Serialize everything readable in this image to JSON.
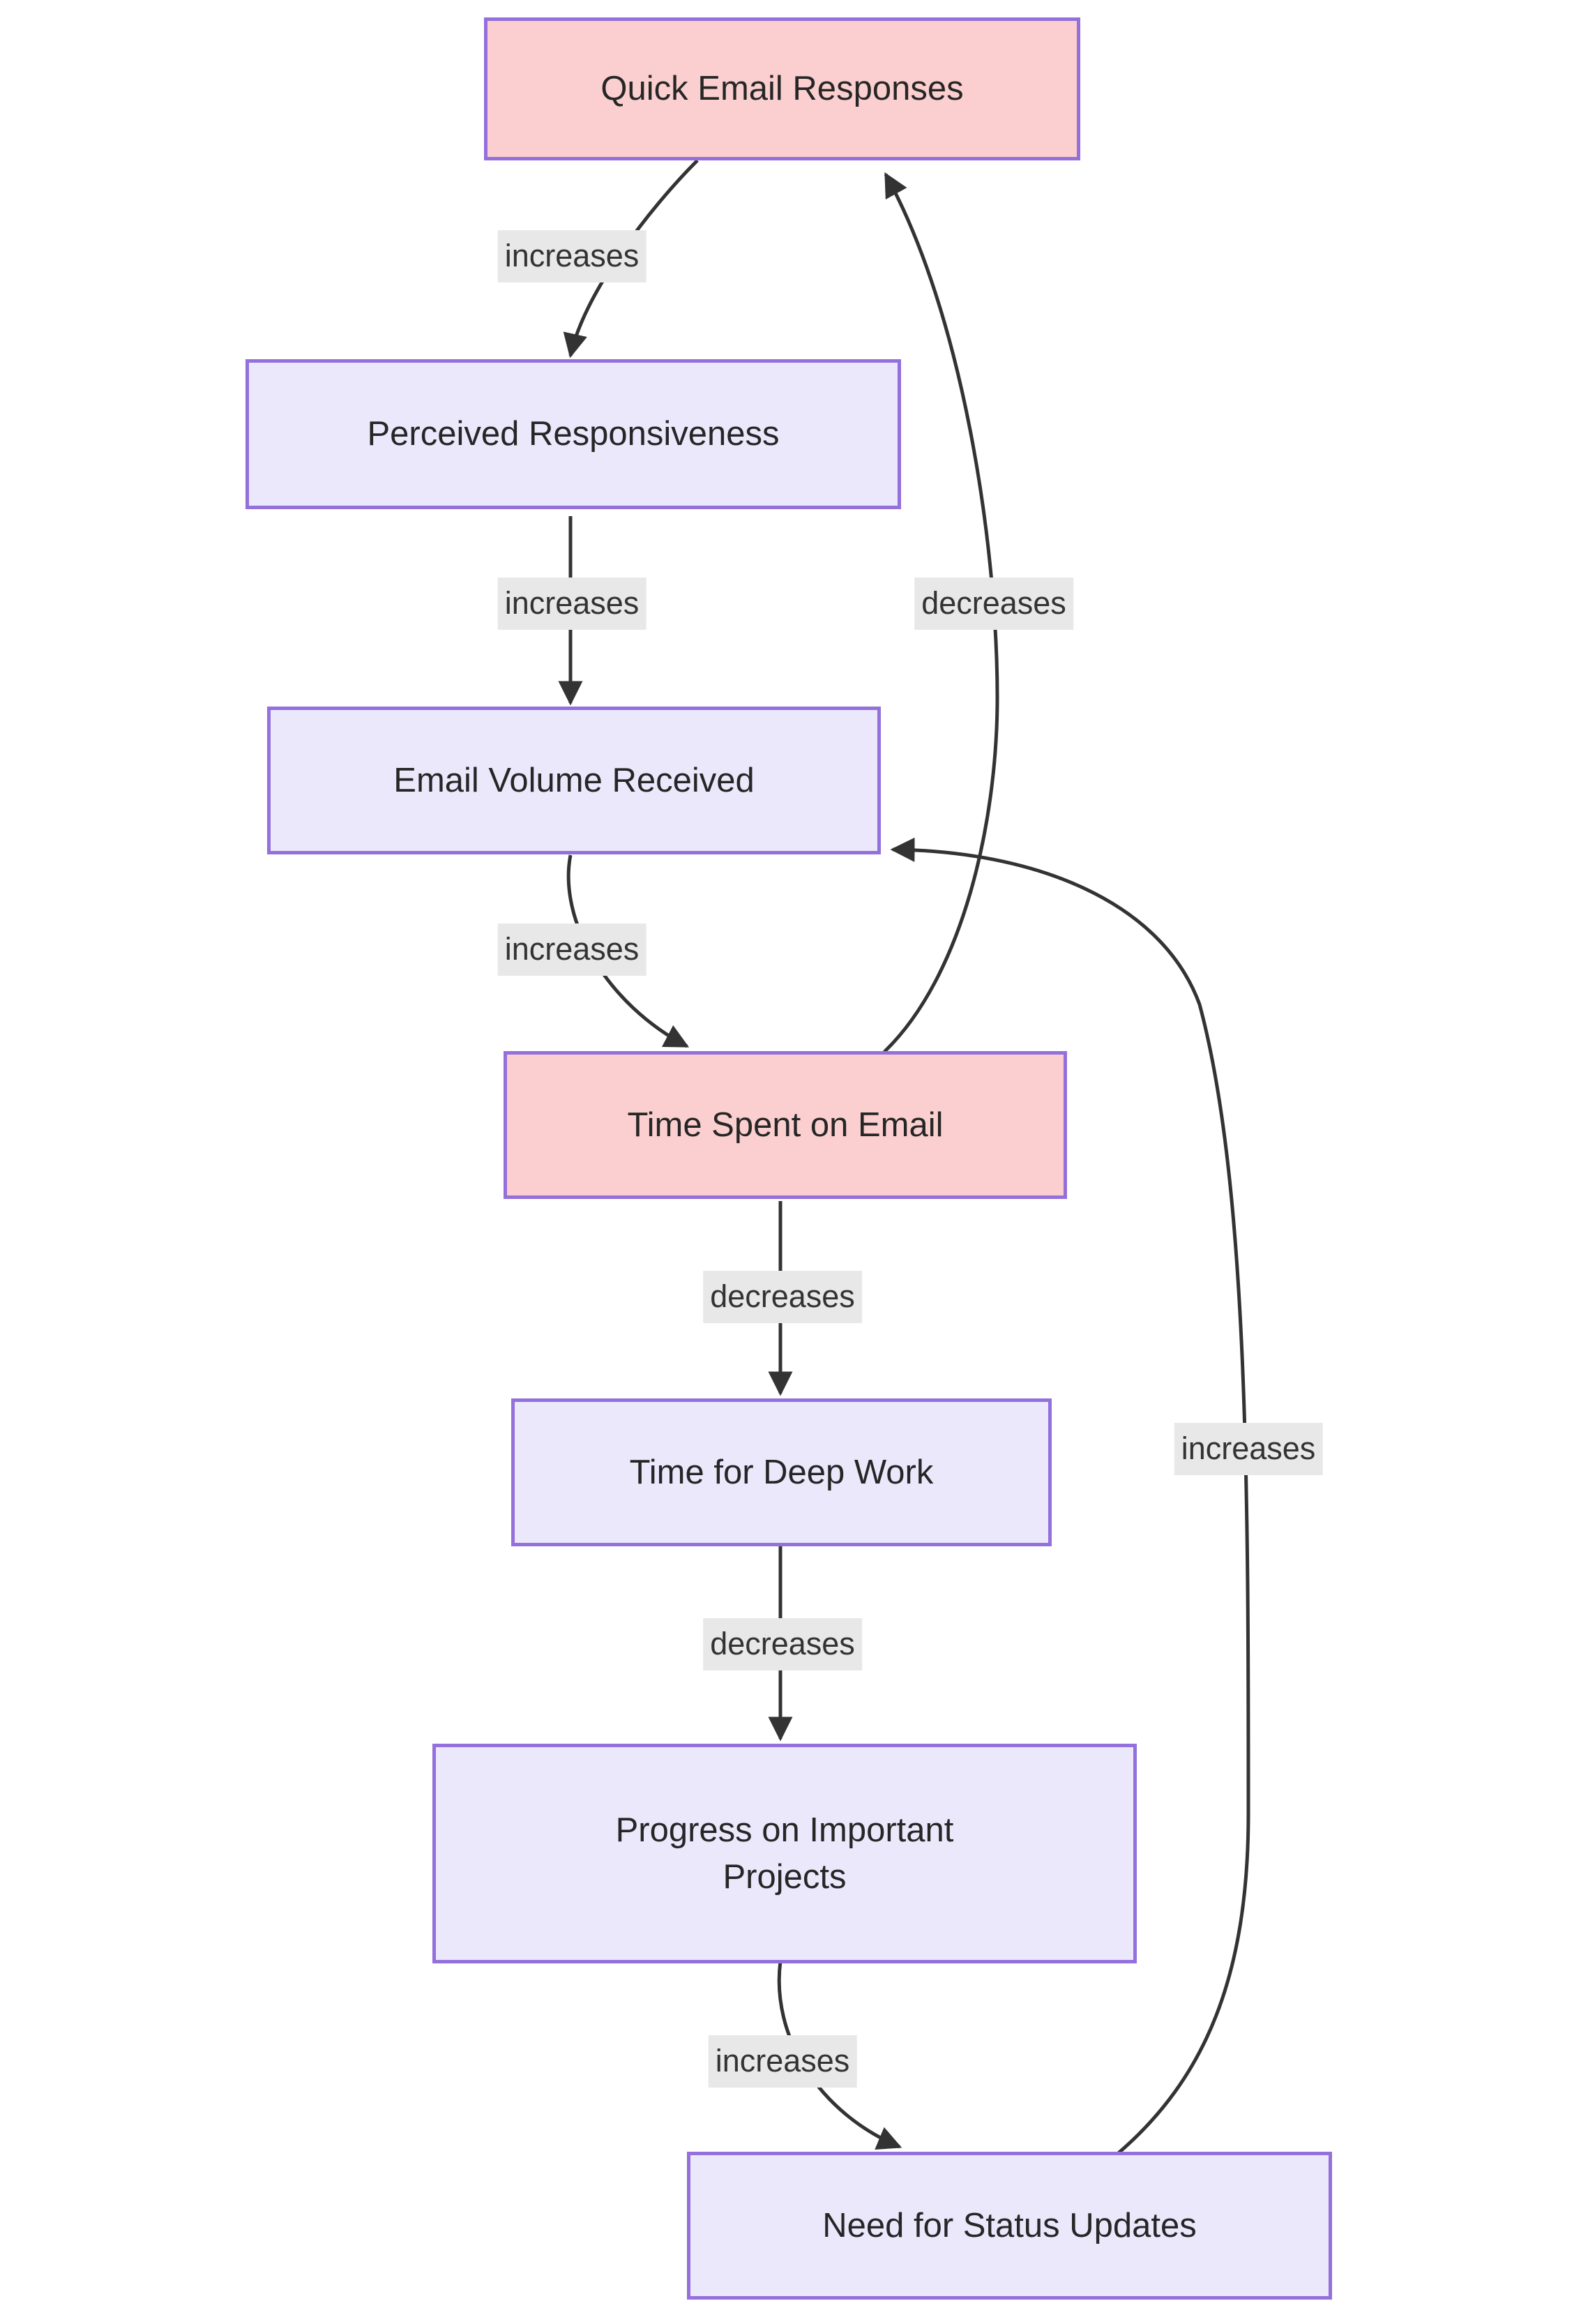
{
  "diagram": {
    "type": "causal-loop-flowchart",
    "title": "",
    "nodes": [
      {
        "id": "quick_email_responses",
        "label": "Quick Email Responses",
        "style": "highlight"
      },
      {
        "id": "perceived_responsiveness",
        "label": "Perceived Responsiveness",
        "style": "normal"
      },
      {
        "id": "email_volume_received",
        "label": "Email Volume Received",
        "style": "normal"
      },
      {
        "id": "time_spent_on_email",
        "label": "Time Spent on Email",
        "style": "highlight"
      },
      {
        "id": "time_for_deep_work",
        "label": "Time for Deep Work",
        "style": "normal"
      },
      {
        "id": "progress_on_projects",
        "label": "Progress on Important Projects",
        "style": "normal"
      },
      {
        "id": "need_for_status_updates",
        "label": "Need for Status Updates",
        "style": "normal"
      }
    ],
    "edges": [
      {
        "from": "quick_email_responses",
        "to": "perceived_responsiveness",
        "label": "increases"
      },
      {
        "from": "perceived_responsiveness",
        "to": "email_volume_received",
        "label": "increases"
      },
      {
        "from": "email_volume_received",
        "to": "time_spent_on_email",
        "label": "increases"
      },
      {
        "from": "time_spent_on_email",
        "to": "quick_email_responses",
        "label": "decreases"
      },
      {
        "from": "time_spent_on_email",
        "to": "time_for_deep_work",
        "label": "decreases"
      },
      {
        "from": "time_for_deep_work",
        "to": "progress_on_projects",
        "label": "decreases"
      },
      {
        "from": "progress_on_projects",
        "to": "need_for_status_updates",
        "label": "increases"
      },
      {
        "from": "need_for_status_updates",
        "to": "email_volume_received",
        "label": "increases"
      }
    ],
    "labels": {
      "e1": "increases",
      "e2": "increases",
      "e3": "increases",
      "e4": "decreases",
      "e5": "decreases",
      "e6": "decreases",
      "e7": "increases",
      "e8": "increases"
    },
    "node_text": {
      "quick_email_responses": "Quick Email Responses",
      "perceived_responsiveness": "Perceived Responsiveness",
      "email_volume_received": "Email Volume Received",
      "time_spent_on_email": "Time Spent on Email",
      "time_for_deep_work": "Time for Deep Work",
      "progress_on_projects_line1": "Progress on Important",
      "progress_on_projects_line2": "Projects",
      "need_for_status_updates": "Need for Status Updates"
    },
    "colors": {
      "highlight_fill": "#FBCFCF",
      "normal_fill": "#EBE8FC",
      "node_border": "#9370DB",
      "edge_stroke": "#333333",
      "label_bg": "#E8E8E8",
      "text": "#262626",
      "background": "#FFFFFF"
    }
  }
}
